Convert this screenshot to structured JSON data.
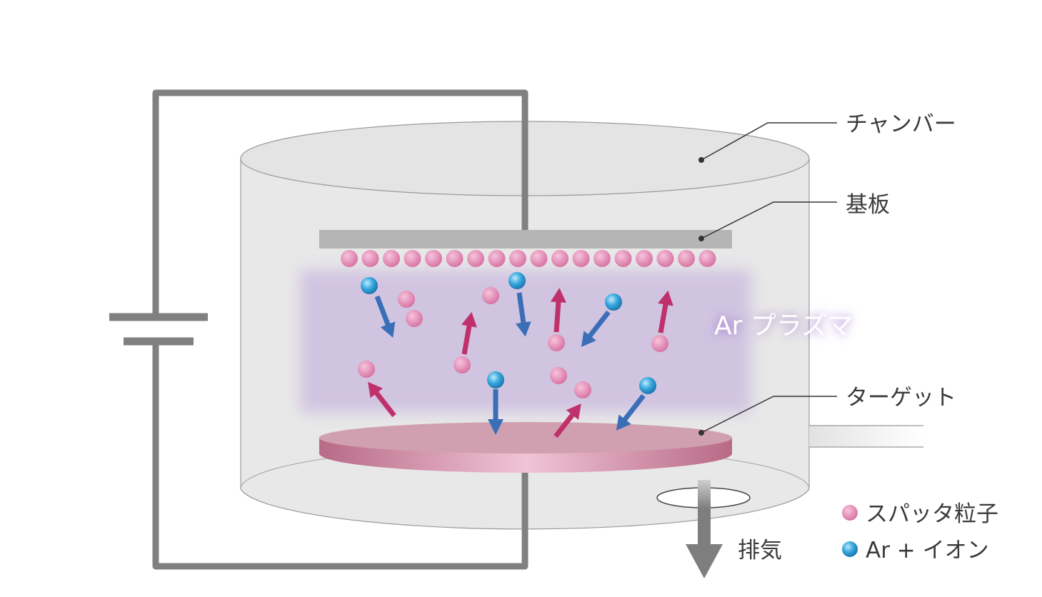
{
  "labels": {
    "chamber": "チャンバー",
    "substrate": "基板",
    "target": "ターゲット",
    "plasma": "Ar プラズマ",
    "exhaust": "排気"
  },
  "legend": {
    "sputter_particle": "スパッタ粒子",
    "ar_ion": "Ar + イオン"
  },
  "colors": {
    "sputter_particle": "#e07aa8",
    "ar_ion": "#2f9fd8",
    "ion_arrow": "#3a6fb8",
    "particle_arrow": "#c0306a",
    "plasma": "#c9b8df",
    "chamber": "#e6e6e6",
    "wire": "#808080",
    "target": "#cf95a7"
  },
  "deposited_particle_count": 18
}
